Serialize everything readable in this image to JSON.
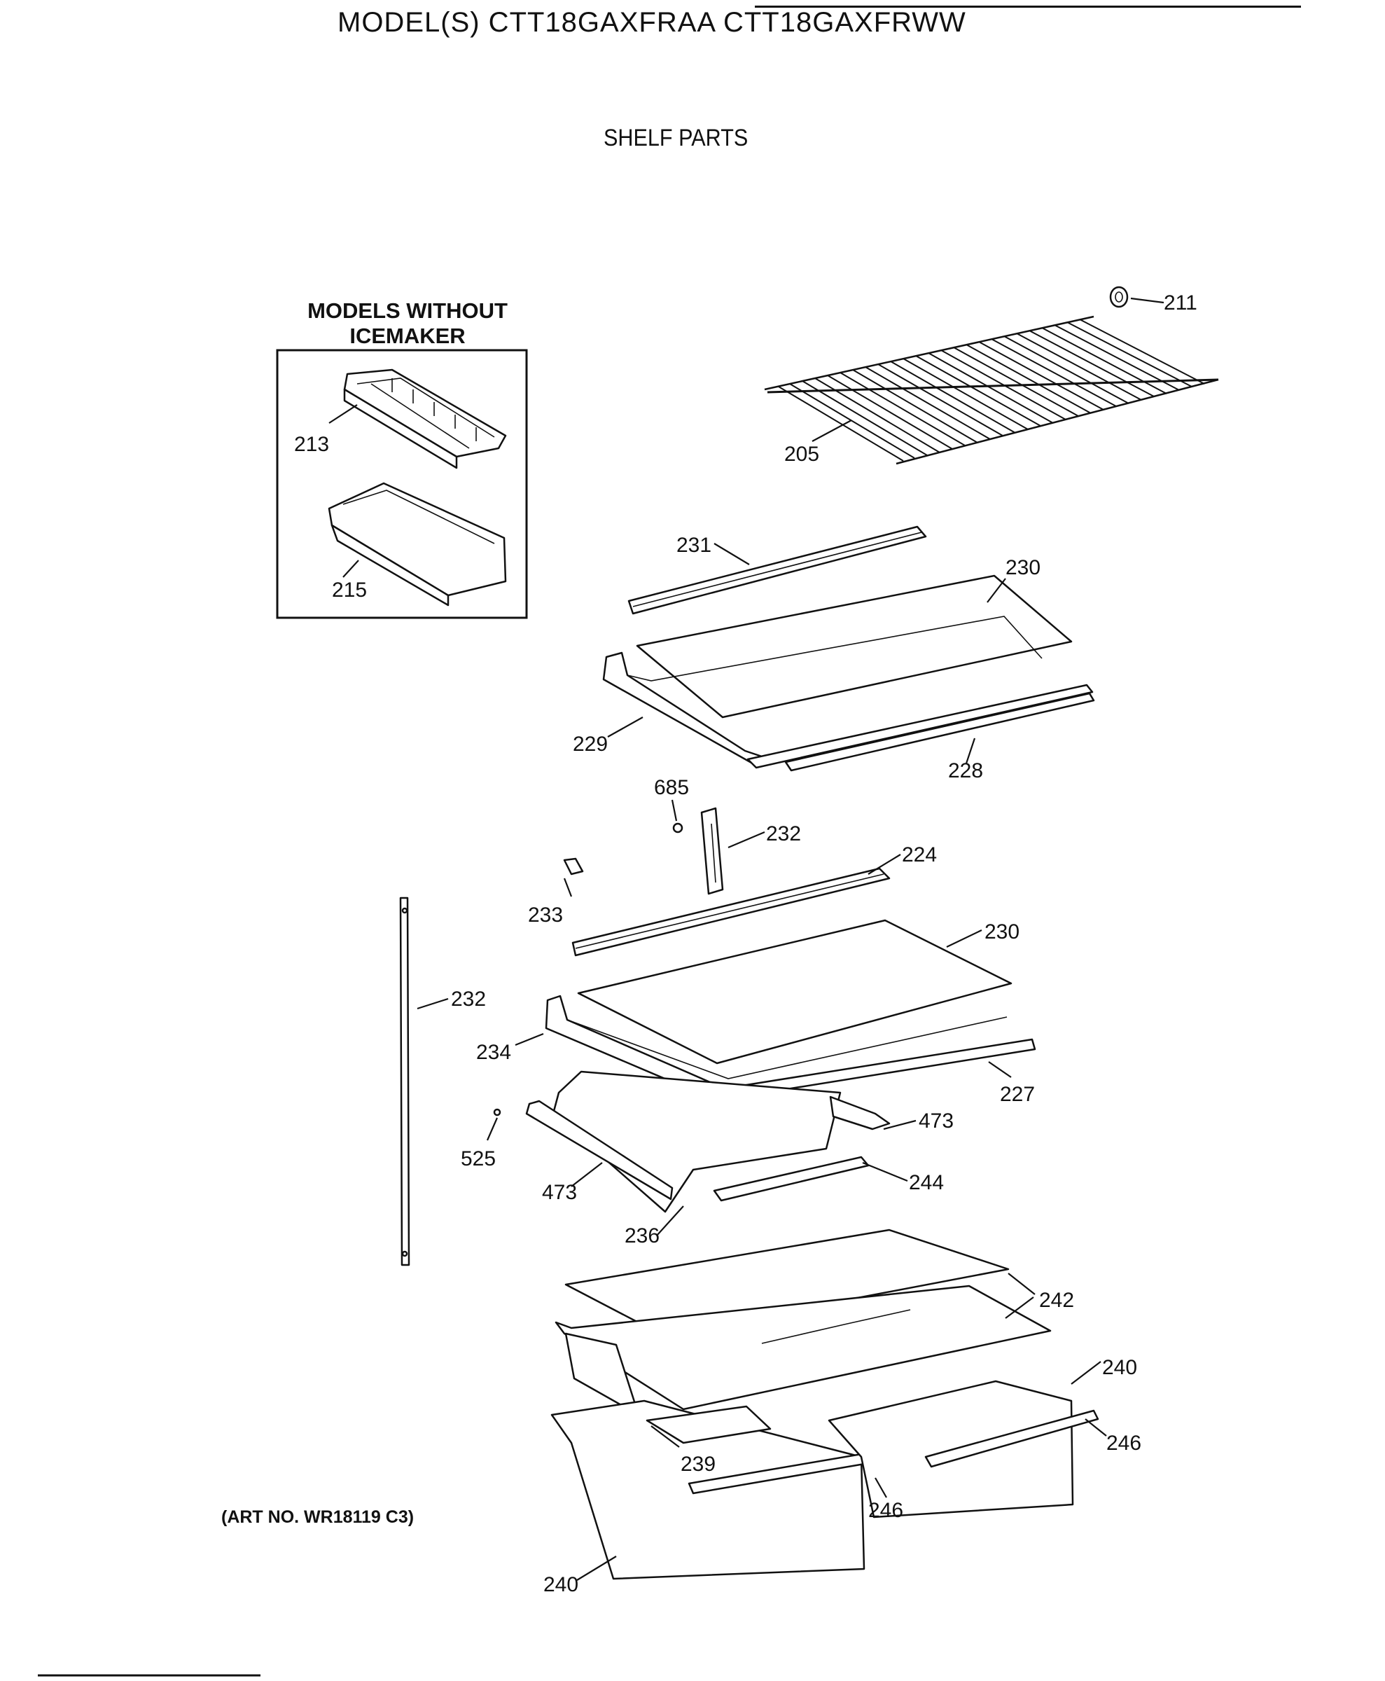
{
  "header": {
    "model_title": "MODEL(S) CTT18GAXFRAA  CTT18GAXFRWW",
    "section_title": "SHELF PARTS"
  },
  "inset": {
    "title_line1": "MODELS WITHOUT",
    "title_line2": "ICEMAKER"
  },
  "footer": {
    "art_number": "(ART NO. WR18119 C3)"
  },
  "part_callouts": {
    "p211": "211",
    "p205": "205",
    "p213": "213",
    "p215": "215",
    "p231": "231",
    "p230_upper": "230",
    "p229": "229",
    "p228": "228",
    "p685": "685",
    "p232_upper": "232",
    "p224": "224",
    "p233": "233",
    "p230_lower": "230",
    "p232_left": "232",
    "p234": "234",
    "p227": "227",
    "p473_right": "473",
    "p525": "525",
    "p473_left": "473",
    "p244": "244",
    "p236": "236",
    "p242": "242",
    "p240_right": "240",
    "p246_right": "246",
    "p239": "239",
    "p246_left": "246",
    "p240_left": "240"
  }
}
